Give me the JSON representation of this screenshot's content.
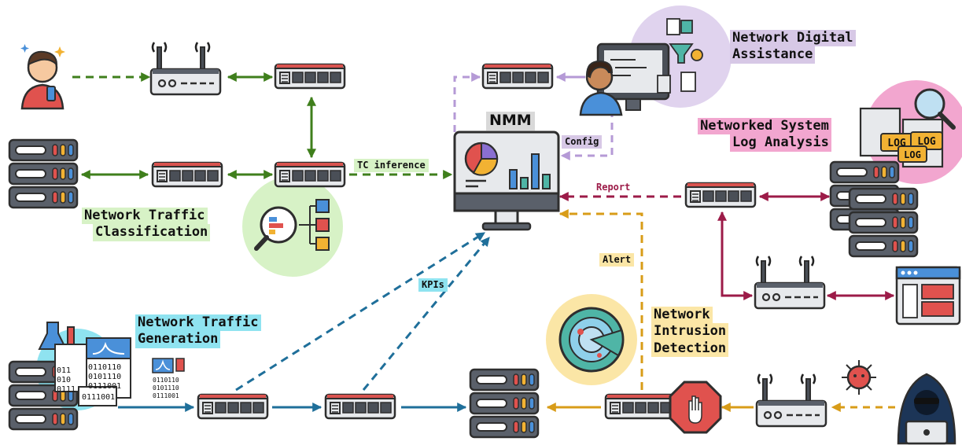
{
  "colors": {
    "classification": "#3f7f1c",
    "assistance": "#b59ad6",
    "log_analysis": "#9c1b48",
    "generation": "#1f6f9a",
    "intrusion": "#d89c18",
    "nmm_bg": "#cfcfcf"
  },
  "nmm": {
    "label": "NMM"
  },
  "flows": {
    "tc_inference": "TC inference",
    "config": "Config",
    "report": "Report",
    "alert": "Alert",
    "kpis": "KPIs"
  },
  "tasks": {
    "classification": [
      "Network Traffic",
      "Classification"
    ],
    "assistance": [
      "Network Digital",
      "Assistance"
    ],
    "log_analysis": [
      "Networked System",
      "Log Analysis"
    ],
    "generation": [
      "Network Traffic",
      "Generation"
    ],
    "intrusion": [
      "Network",
      "Intrusion",
      "Detection"
    ]
  },
  "icon_texts": {
    "log_docs": [
      "LOG",
      "LOG",
      "LOG"
    ],
    "binary_sheet_a": [
      "0110110",
      "0101110",
      "0111001"
    ],
    "binary_sheet_b": [
      "011",
      "010",
      "0111"
    ],
    "binary_bottom": "0111001",
    "binary_small": [
      "0110110",
      "0101110",
      "0111001"
    ]
  },
  "icons": [
    "user-icon",
    "router-icon",
    "switch-icon",
    "server-icon",
    "monitor-chart-icon",
    "developer-icon",
    "radar-icon",
    "stop-hand-icon",
    "hacker-icon",
    "virus-icon",
    "magnifier-icon",
    "web-window-icon",
    "lab-flask-icon",
    "tree-chart-icon"
  ]
}
